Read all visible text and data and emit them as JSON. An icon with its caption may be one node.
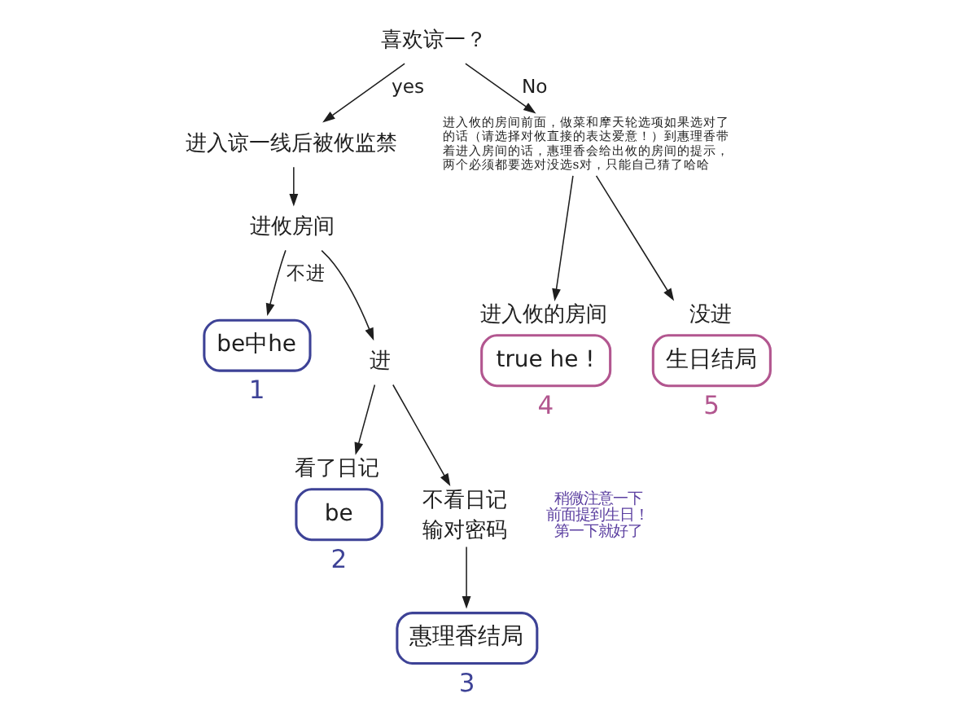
{
  "diagram": {
    "nodes": [
      {
        "text": [
          "喜欢谅一？"
        ]
      },
      {
        "text": [
          "进入谅一线后被攸监禁"
        ]
      },
      {
        "text": [
          "进入攸的房间前面，做菜和摩天轮选项如果选对了的话（请选择对攸直接的表达爱意！）到惠理香带着进入房间的话，惠理香会给出攸的房间的提示，两个必须都要选对没选s对，只能自己猜了哈哈"
        ]
      },
      {
        "text": [
          "进攸房间"
        ]
      },
      {
        "text": [
          "be中he"
        ],
        "beside": [
          "1"
        ]
      },
      {
        "text": [
          "进"
        ]
      },
      {
        "text": [
          "看了日记",
          "be"
        ],
        "beside": [
          "2"
        ]
      },
      {
        "text": [
          "不看日记",
          "输对密码"
        ]
      },
      {
        "text": [
          "惠理香结局"
        ],
        "beside": [
          "3"
        ]
      },
      {
        "text": [
          "进入攸的房间",
          "true he !"
        ],
        "beside": [
          "4"
        ]
      },
      {
        "text": [
          "没进",
          "生日结局"
        ],
        "beside": [
          "5"
        ]
      }
    ],
    "edges": [
      {
        "from": 0,
        "to": 1,
        "arrow": "to",
        "label": "yes"
      },
      {
        "from": 0,
        "to": 2,
        "arrow": "to",
        "label": "No"
      },
      {
        "from": 1,
        "to": 3,
        "arrow": "to"
      },
      {
        "from": 3,
        "to": 4,
        "arrow": "to",
        "label": "不进"
      },
      {
        "from": 3,
        "to": 5,
        "arrow": "to"
      },
      {
        "from": 5,
        "to": 6,
        "arrow": "to"
      },
      {
        "from": 5,
        "to": 7,
        "arrow": "to"
      },
      {
        "from": 7,
        "to": 8,
        "arrow": "to"
      },
      {
        "from": 2,
        "to": 9,
        "arrow": "to"
      },
      {
        "from": 2,
        "to": 10,
        "arrow": "to"
      }
    ],
    "labels": [
      "稍微注意一下前面提到生日！第一下就好了"
    ]
  }
}
